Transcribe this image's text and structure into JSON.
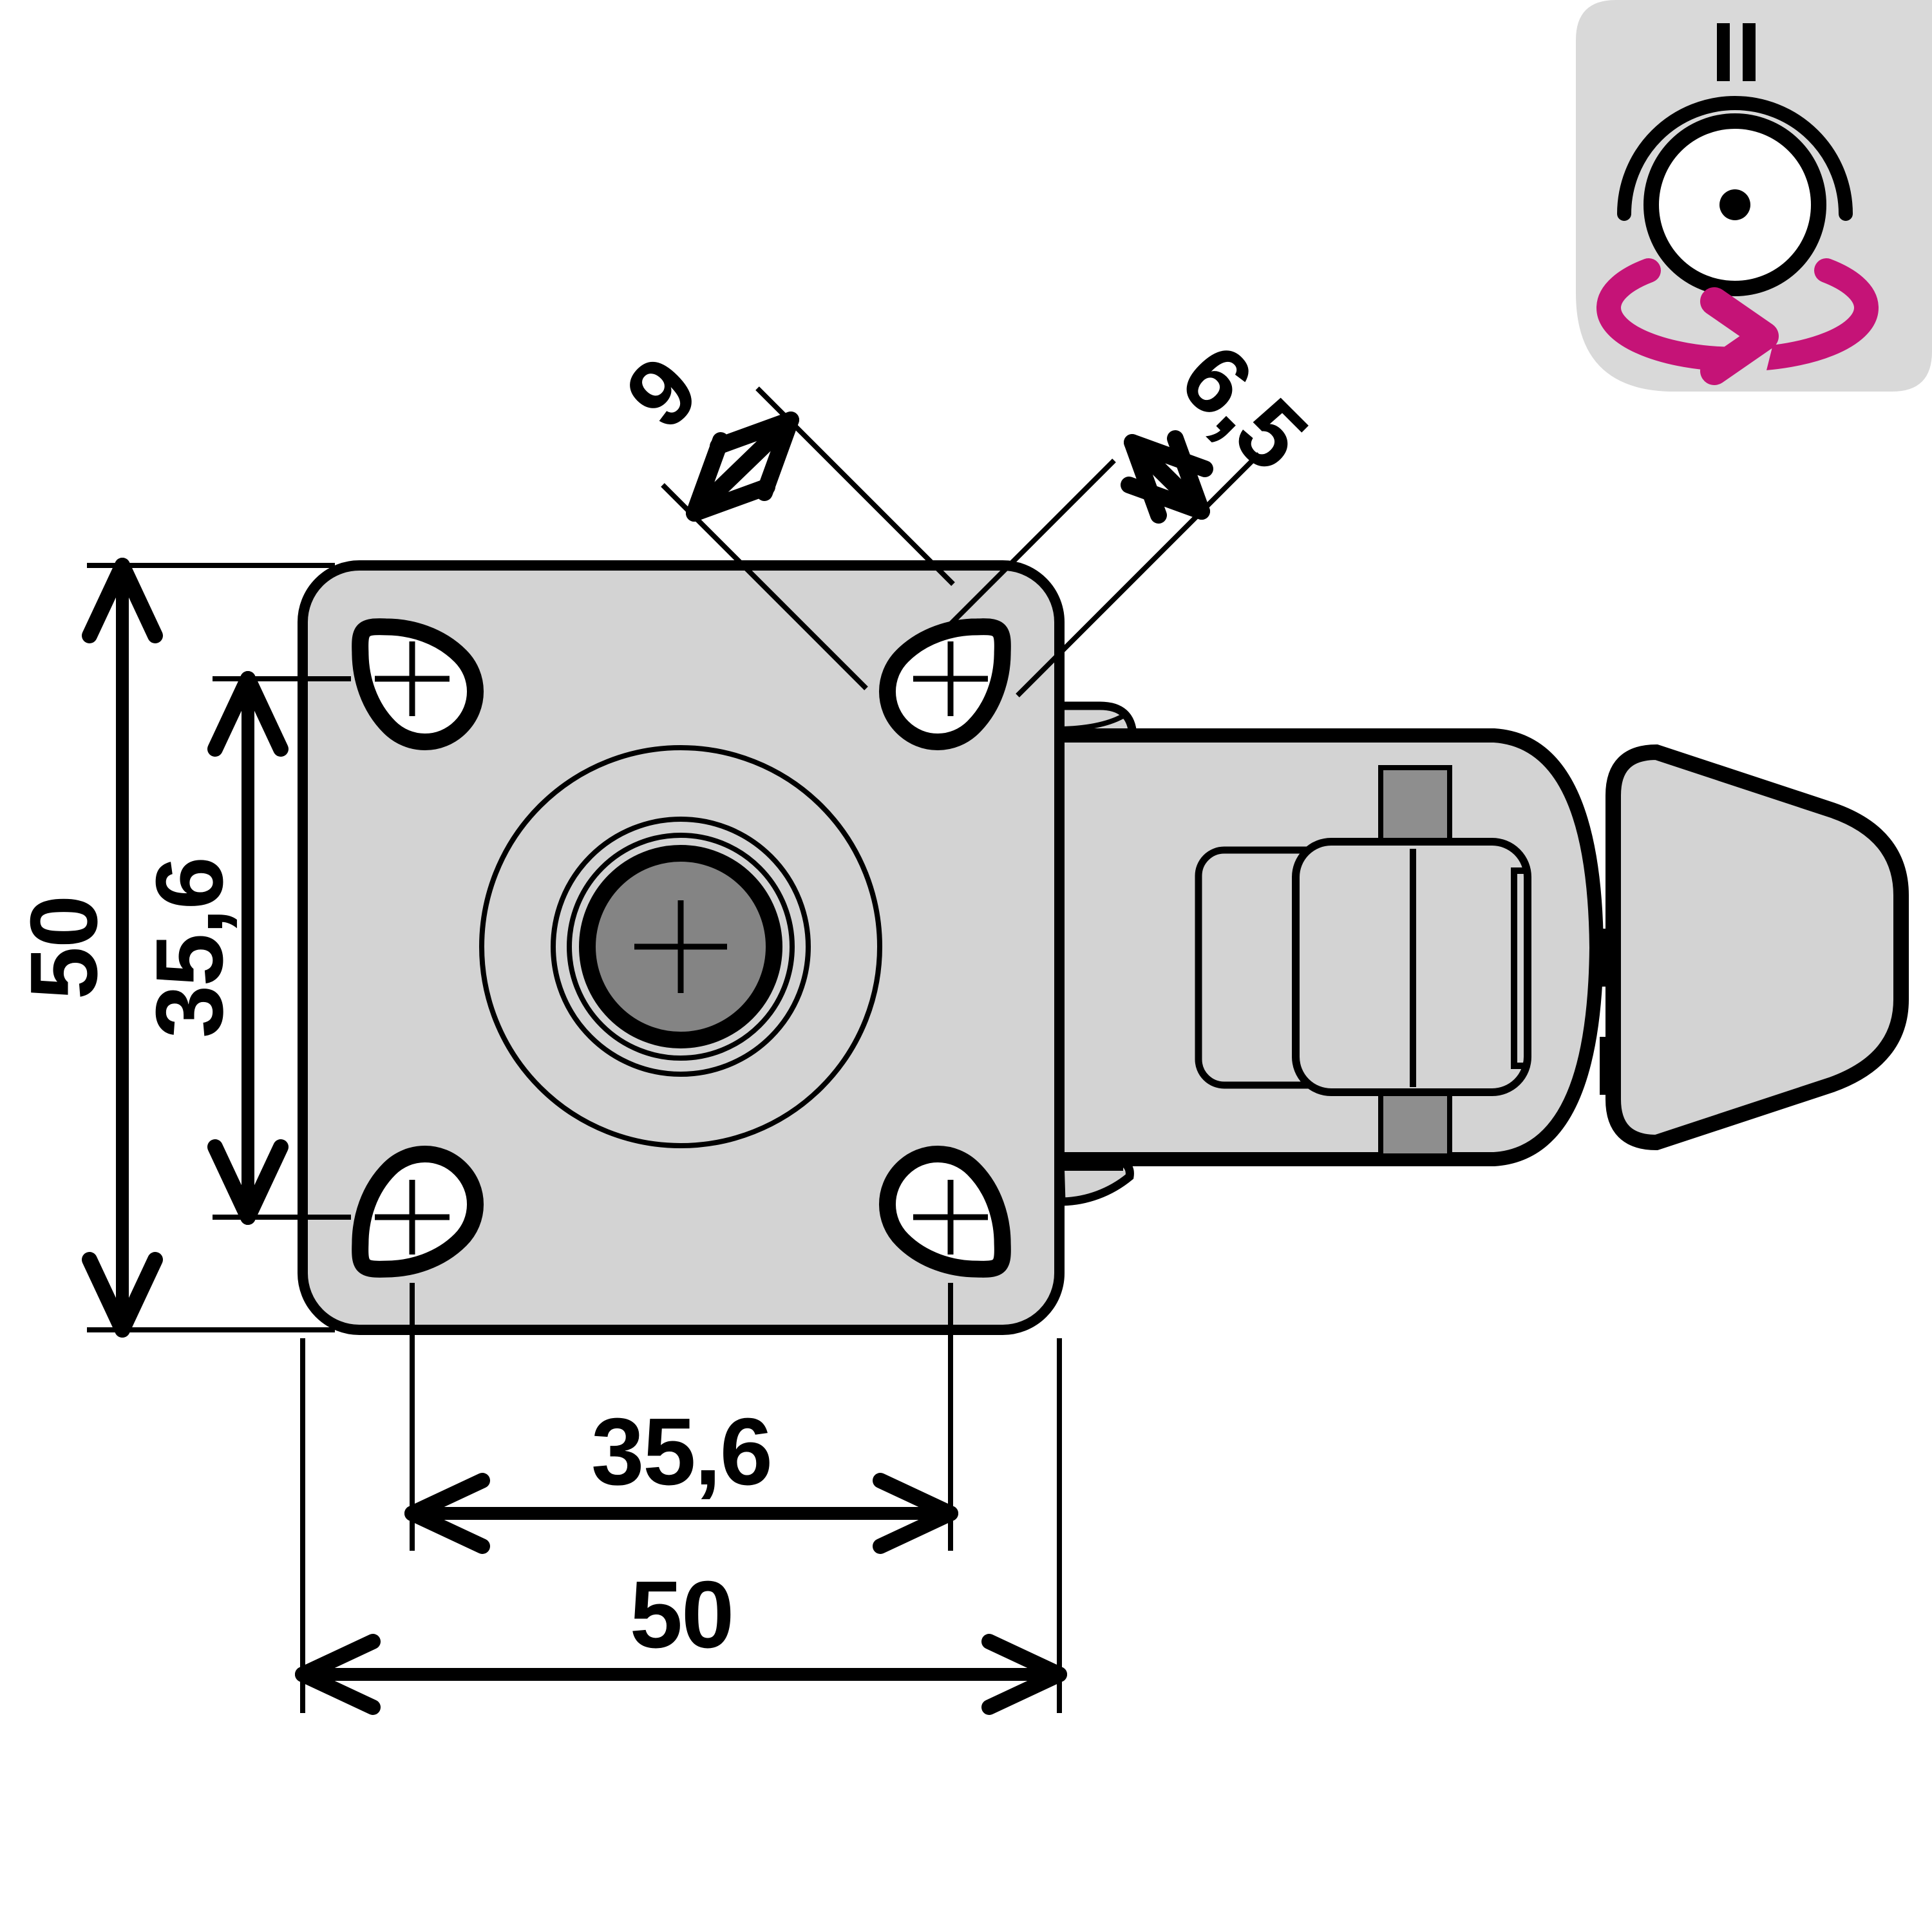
{
  "drawing": {
    "labels": {
      "plate_size_vertical": "50",
      "hole_spacing_vertical": "35,6",
      "hole_spacing_horizontal": "35,6",
      "plate_size_horizontal": "50",
      "slot_length": "9",
      "slot_width": "6,5"
    },
    "icons": {
      "badge": "swivel-caster-icon"
    },
    "colors": {
      "part_fill": "#d3d3d3",
      "panel_fill": "#d9d9d9",
      "dark_fill": "#8e8e8e",
      "hub_fill": "#848484",
      "line": "#000000",
      "accent": "#c51377",
      "background": "#ffffff"
    }
  }
}
